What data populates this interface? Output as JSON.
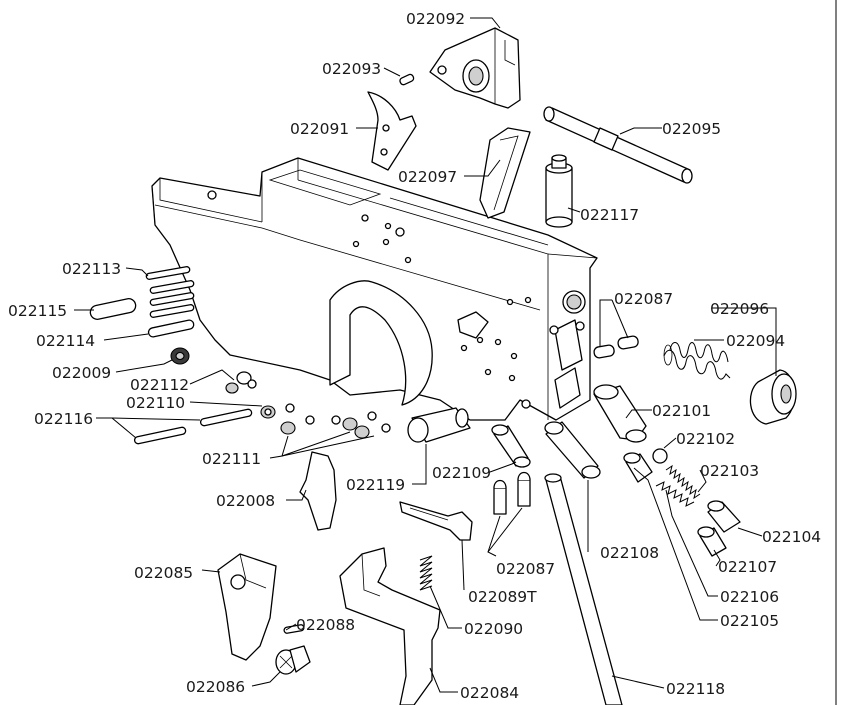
{
  "diagram": {
    "labels": {
      "p022092": "022092",
      "p022093": "022093",
      "p022091": "022091",
      "p022095": "022095",
      "p022097": "022097",
      "p022117": "022117",
      "p022113": "022113",
      "p022115": "022115",
      "p022114": "022114",
      "p022087a": "022087",
      "p022096": "022096",
      "p022094": "022094",
      "p022009": "022009",
      "p022112": "022112",
      "p022110": "022110",
      "p022101": "022101",
      "p022116": "022116",
      "p022102": "022102",
      "p022111": "022111",
      "p022119": "022119",
      "p022109": "022109",
      "p022103": "022103",
      "p022008": "022008",
      "p022108": "022108",
      "p022104": "022104",
      "p022087b": "022087",
      "p022107": "022107",
      "p022085": "022085",
      "p022089T": "022089T",
      "p022106": "022106",
      "p022088": "022088",
      "p022090": "022090",
      "p022105": "022105",
      "p022086": "022086",
      "p022084": "022084",
      "p022118": "022118"
    }
  }
}
